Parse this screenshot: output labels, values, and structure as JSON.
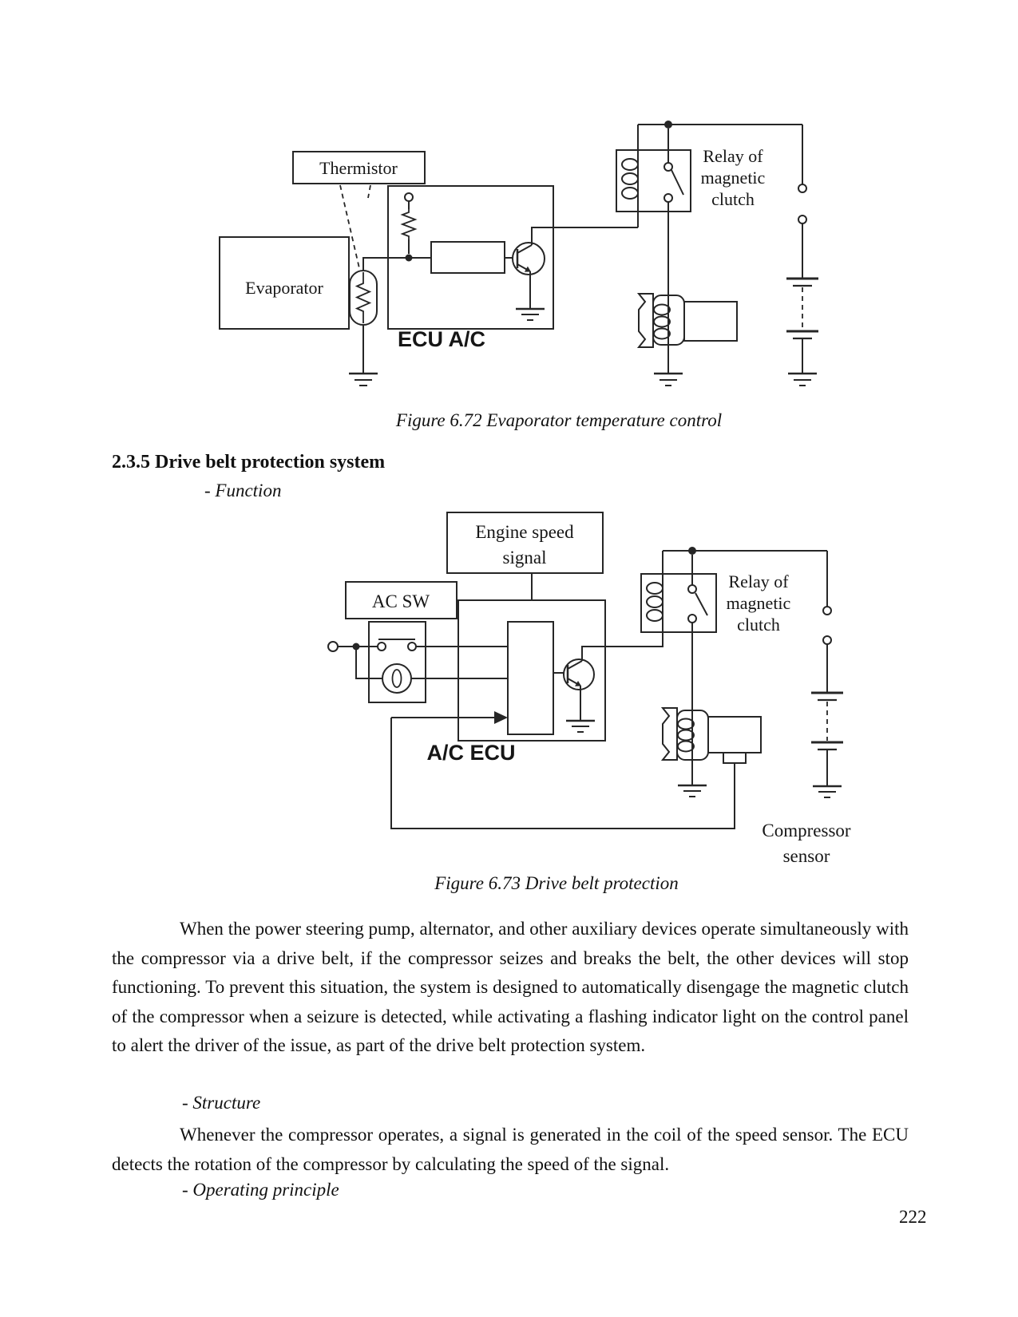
{
  "colors": {
    "ink": "#262626",
    "background": "#ffffff",
    "text": "#111111"
  },
  "section": {
    "heading": "2.3.5 Drive belt protection system",
    "sub_function": "- Function",
    "sub_structure": "- Structure",
    "sub_operating": "- Operating principle"
  },
  "figure_672": {
    "caption": "Figure 6.72 Evaporator temperature control",
    "labels": {
      "thermistor": "Thermistor",
      "evaporator": "Evaporator",
      "ecu": "ECU A/C",
      "relay_line1": "Relay of",
      "relay_line2": "magnetic",
      "relay_line3": "clutch"
    }
  },
  "figure_673": {
    "caption": "Figure 6.73 Drive belt protection",
    "labels": {
      "engine_line1": "Engine speed",
      "engine_line2": "signal",
      "ac_sw": "AC SW",
      "ecu": "A/C ECU",
      "relay_line1": "Relay of",
      "relay_line2": "magnetic",
      "relay_line3": "clutch",
      "compressor_line1": "Compressor",
      "compressor_line2": "sensor"
    }
  },
  "paragraphs": {
    "p1": "When the power steering pump, alternator, and other auxiliary devices operate simultaneously with the compressor via a drive belt, if the compressor seizes and breaks the belt, the other devices will stop functioning. To prevent this situation, the system is designed to automatically disengage the magnetic clutch of the compressor when a seizure is detected, while activating a flashing indicator light on the control panel to alert the driver of the issue, as part of the drive belt protection system.",
    "p2": "Whenever the compressor operates, a signal is generated in the coil of the speed sensor. The ECU detects the rotation of the compressor by calculating the speed of the signal."
  },
  "page": {
    "number": "222"
  }
}
